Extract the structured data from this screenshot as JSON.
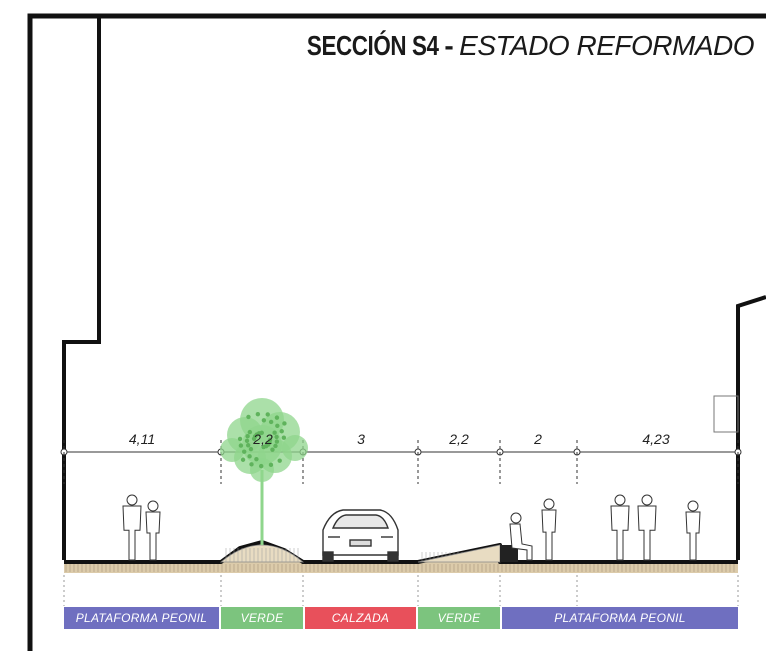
{
  "title": {
    "main": "SECCIÓN S4",
    "separator": "-",
    "sub": "ESTADO REFORMADO"
  },
  "dimensions": [
    "4,11",
    "2,2",
    "3",
    "2,2",
    "2",
    "4,23"
  ],
  "zones": [
    {
      "label": "PLATAFORMA PEONIL",
      "color": "#6f6fc0",
      "text_color": "#ffffff"
    },
    {
      "label": "VERDE",
      "color": "#7cc47e",
      "text_color": "#ffffff"
    },
    {
      "label": "CALZADA",
      "color": "#e8505b",
      "text_color": "#ffffff"
    },
    {
      "label": "VERDE",
      "color": "#7cc47e",
      "text_color": "#ffffff"
    },
    {
      "label": "PLATAFORMA PEONIL",
      "color": "#6f6fc0",
      "text_color": "#ffffff"
    }
  ],
  "colors": {
    "ground": "#d9c9a8",
    "tree": "#8fd68c",
    "line": "#111111"
  }
}
